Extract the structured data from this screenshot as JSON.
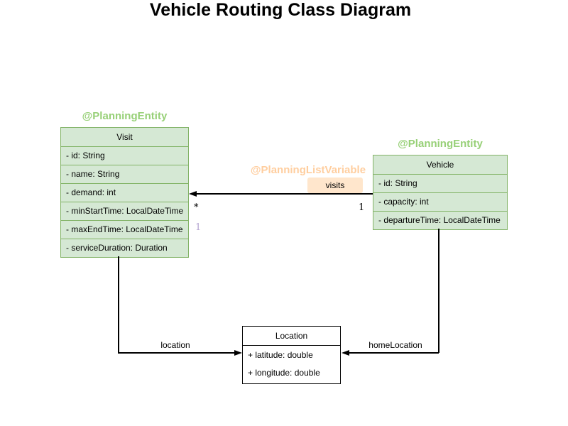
{
  "title": "Vehicle Routing Class Diagram",
  "colors": {
    "entity_fill": "#d5e8d4",
    "entity_border": "#82b366",
    "annotation_green": "#97d077",
    "annotation_orange": "#ffce9f",
    "visits_label_bg": "#ffe6cc",
    "plain_border": "#000000",
    "edge_line": "#000000",
    "muted_multiplicity": "#b3a2d0"
  },
  "classes": {
    "visit": {
      "annotation": "@PlanningEntity",
      "name": "Visit",
      "attributes": [
        "- id: String",
        "- name: String",
        "- demand: int",
        "- minStartTime: LocalDateTime",
        "- maxEndTime: LocalDateTime",
        "- serviceDuration: Duration"
      ]
    },
    "vehicle": {
      "annotation": "@PlanningEntity",
      "name": "Vehicle",
      "attributes": [
        "- id: String",
        "- capacity: int",
        "- departureTime: LocalDateTime"
      ]
    },
    "location": {
      "name": "Location",
      "attributes": [
        "+ latitude: double",
        "+ longitude: double"
      ]
    }
  },
  "edges": {
    "visits": {
      "annotation": "@PlanningListVariable",
      "label": "visits",
      "target_multiplicity": "*",
      "muted_multiplicity": "1",
      "source_multiplicity": "1"
    },
    "location": {
      "label": "location"
    },
    "home_location": {
      "label": "homeLocation"
    }
  }
}
